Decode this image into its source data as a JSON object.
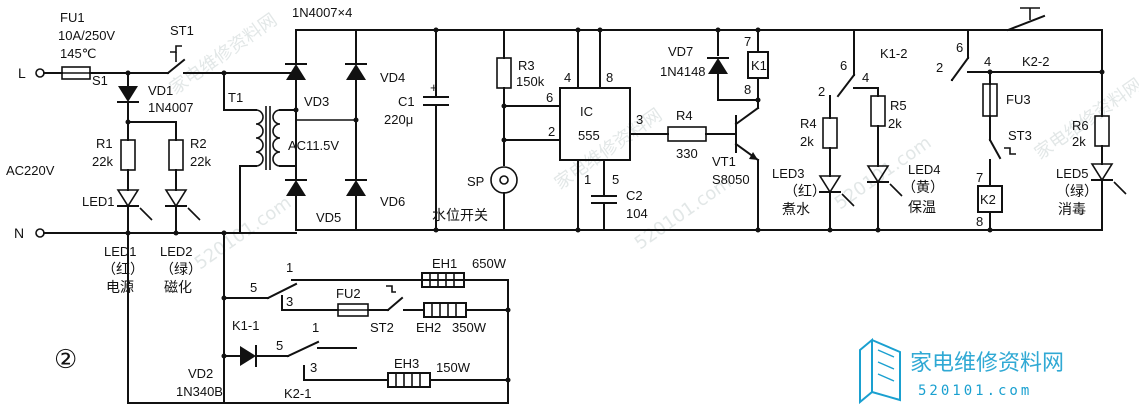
{
  "labels": {
    "L": "L",
    "N": "N",
    "FU1": "FU1",
    "FU1_rating": "10A/250V",
    "FU1_temp": "145℃",
    "ST1": "ST1",
    "S1": "S1",
    "VD1": "VD1",
    "VD1_part": "1N4007",
    "R1": "R1",
    "R1_val": "22k",
    "R2": "R2",
    "R2_val": "22k",
    "AC220V": "AC220V",
    "LED1": "LED1",
    "LED1_bottom": "LED1",
    "LED1_color": "（红）",
    "LED1_func": "电源",
    "LED2_bottom": "LED2",
    "LED2_color": "（绿）",
    "LED2_func": "磁化",
    "bridge": "1N4007×4",
    "T1": "T1",
    "VD3": "VD3",
    "VD4": "VD4",
    "VD5": "VD5",
    "VD6": "VD6",
    "AC_sec": "AC11.5V",
    "C1": "C1",
    "C1_val": "220μ",
    "R3": "R3",
    "R3_val": "150k",
    "SP": "SP",
    "water_switch": "水位开关",
    "IC": "IC",
    "IC_part": "555",
    "pin4": "4",
    "pin8": "8",
    "pin6": "6",
    "pin2": "2",
    "pin3": "3",
    "pin1": "1",
    "pin5": "5",
    "C2": "C2",
    "C2_val": "104",
    "R4": "R4",
    "R4_val": "330",
    "VT1": "VT1",
    "VT1_part": "S8050",
    "VD7": "VD7",
    "VD7_part": "1N4148",
    "K1": "K1",
    "K1_pin7": "7",
    "K1_pin8": "8",
    "K1_2": "K1-2",
    "K1_2_pin6": "6",
    "K1_2_pin2": "2",
    "K1_2_pin4": "4",
    "R4b": "R4",
    "R4b_val": "2k",
    "R5": "R5",
    "R5_val": "2k",
    "LED3": "LED3",
    "LED3_color": "（红）",
    "LED3_func": "煮水",
    "LED4": "LED4",
    "LED4_color": "（黄）",
    "LED4_func": "保温",
    "K2_2": "K2-2",
    "K2_2_pin6": "6",
    "K2_2_pin2": "2",
    "K2_2_pin4": "4",
    "FU3": "FU3",
    "ST3": "ST3",
    "K2": "K2",
    "K2_pin7": "7",
    "K2_pin8": "8",
    "R6": "R6",
    "R6_val": "2k",
    "LED5": "LED5",
    "LED5_color": "（绿）",
    "LED5_func": "消毒",
    "K1_1": "K1-1",
    "K1_1_pin5": "5",
    "K1_1_pin1": "1",
    "K1_1_pin3": "3",
    "EH1": "EH1",
    "EH1_val": "650W",
    "FU2": "FU2",
    "ST2": "ST2",
    "EH2": "EH2",
    "EH2_val": "350W",
    "VD2": "VD2",
    "VD2_part": "1N340B",
    "K2_1": "K2-1",
    "K2_1_pin5": "5",
    "K2_1_pin1": "1",
    "K2_1_pin3": "3",
    "EH3": "EH3",
    "EH3_val": "150W",
    "figure_no": "②"
  },
  "watermark": {
    "site_name": "家电维修资料网",
    "url": "520101.com"
  }
}
